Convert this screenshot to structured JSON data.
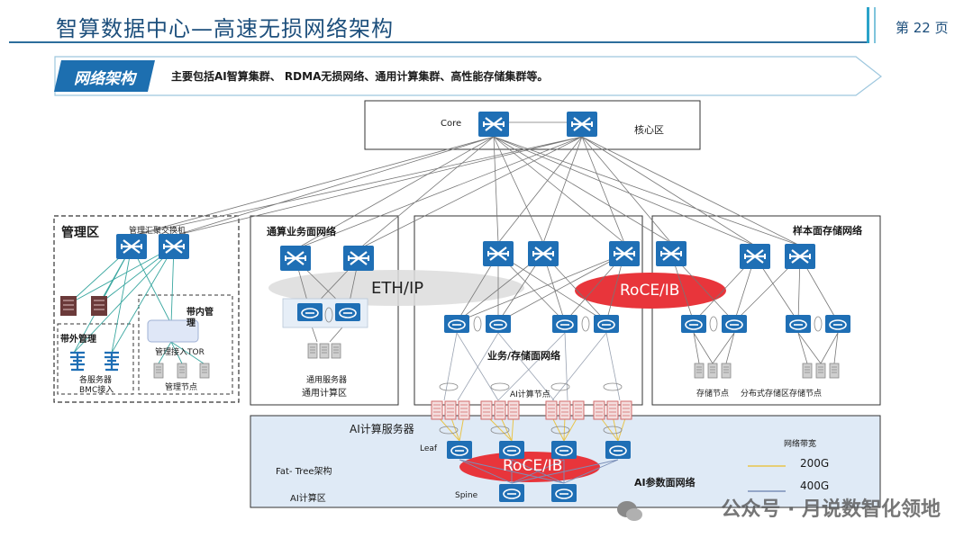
{
  "header": {
    "title": "智算数据中心—高速无损网络架构",
    "page_label": "第 22 页"
  },
  "banner": {
    "label": "网络架构",
    "text": "主要包括AI智算集群、 RDMA无损网络、通用计算集群、高性能存储集群等。"
  },
  "core": {
    "left_label": "Core",
    "right_label": "核心区"
  },
  "mgmt": {
    "title": "管理区",
    "switch_label": "管理汇聚交换机",
    "oob_title": "带外管理",
    "oob_caption_1": "各服务器",
    "oob_caption_2": "BMC接入",
    "inband_title_1": "带内管",
    "inband_title_2": "理",
    "inband_tor": "管理接入TOR",
    "inband_nodes": "管理节点"
  },
  "general": {
    "title": "通算业务面网络",
    "oval": "ETH/IP",
    "server_label": "通用服务器",
    "zone_label": "通用计算区"
  },
  "business": {
    "oval": "RoCE/IB",
    "title": "业务/存储面网络",
    "ai_nodes": "AI计算节点"
  },
  "storage": {
    "title": "样本面存储网络",
    "node_label": "存储节点",
    "dist_label": "分布式存储区存储节点"
  },
  "ai": {
    "servers_label": "AI计算服务器",
    "leaf": "Leaf",
    "spine": "Spine",
    "fat_tree": "Fat- Tree架构",
    "zone": "AI计算区",
    "oval": "RoCE/IB",
    "title": "AI参数面网络"
  },
  "legend": {
    "title": "网络带宽",
    "items": [
      {
        "label": "200G",
        "color": "#e8c44a"
      },
      {
        "label": "400G",
        "color": "#7a8fb8"
      }
    ]
  },
  "watermark": "公众号 · 月说数智化领地",
  "colors": {
    "title": "#1d4f7c",
    "switch": "#1f6fb5",
    "oval_red": "#e8353b",
    "oval_gray": "#d9d9d9",
    "ai_zone": "#dfeaf6",
    "link": "#777777"
  }
}
